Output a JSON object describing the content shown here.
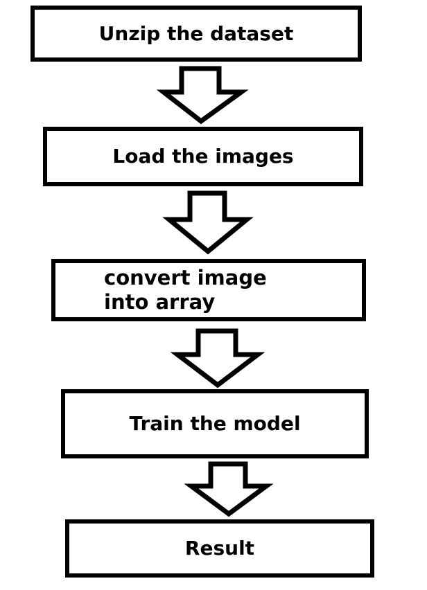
{
  "flowchart": {
    "steps": [
      {
        "label": "Unzip the dataset"
      },
      {
        "label": "Load the images"
      },
      {
        "label": "convert image\ninto array"
      },
      {
        "label": "Train the model"
      },
      {
        "label": "Result"
      }
    ],
    "stroke_color": "#000000",
    "fill_color": "#ffffff",
    "arrow_count": 4
  }
}
